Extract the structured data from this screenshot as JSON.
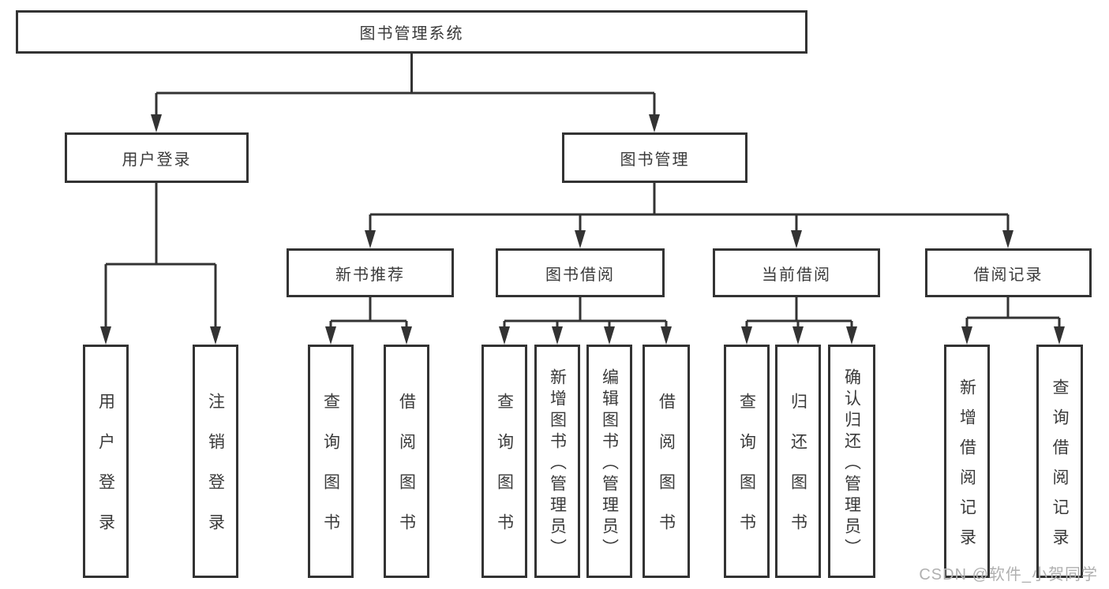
{
  "diagram": {
    "root": {
      "label": "图书管理系统"
    },
    "level2": [
      {
        "label": "用户登录"
      },
      {
        "label": "图书管理"
      }
    ],
    "level3": [
      {
        "label": "新书推荐"
      },
      {
        "label": "图书借阅"
      },
      {
        "label": "当前借阅"
      },
      {
        "label": "借阅记录"
      }
    ],
    "leaves": [
      {
        "label": "用户登录",
        "parent": "用户登录"
      },
      {
        "label": "注销登录",
        "parent": "用户登录"
      },
      {
        "label": "查询图书",
        "parent": "新书推荐"
      },
      {
        "label": "借阅图书",
        "parent": "新书推荐"
      },
      {
        "label": "查询图书",
        "parent": "图书借阅"
      },
      {
        "label": "新增图书（管理员）",
        "parent": "图书借阅"
      },
      {
        "label": "编辑图书（管理员）",
        "parent": "图书借阅"
      },
      {
        "label": "借阅图书",
        "parent": "图书借阅"
      },
      {
        "label": "查询图书",
        "parent": "当前借阅"
      },
      {
        "label": "归还图书",
        "parent": "当前借阅"
      },
      {
        "label": "确认归还（管理员）",
        "parent": "当前借阅"
      },
      {
        "label": "新增借阅记录",
        "parent": "借阅记录"
      },
      {
        "label": "查询借阅记录",
        "parent": "借阅记录"
      }
    ]
  },
  "watermark": {
    "text": "CSDN @软件_小贺同学"
  },
  "colors": {
    "line": "#333333",
    "text": "#3a3a3a",
    "background": "#ffffff",
    "watermark": "#b0b0b0"
  }
}
